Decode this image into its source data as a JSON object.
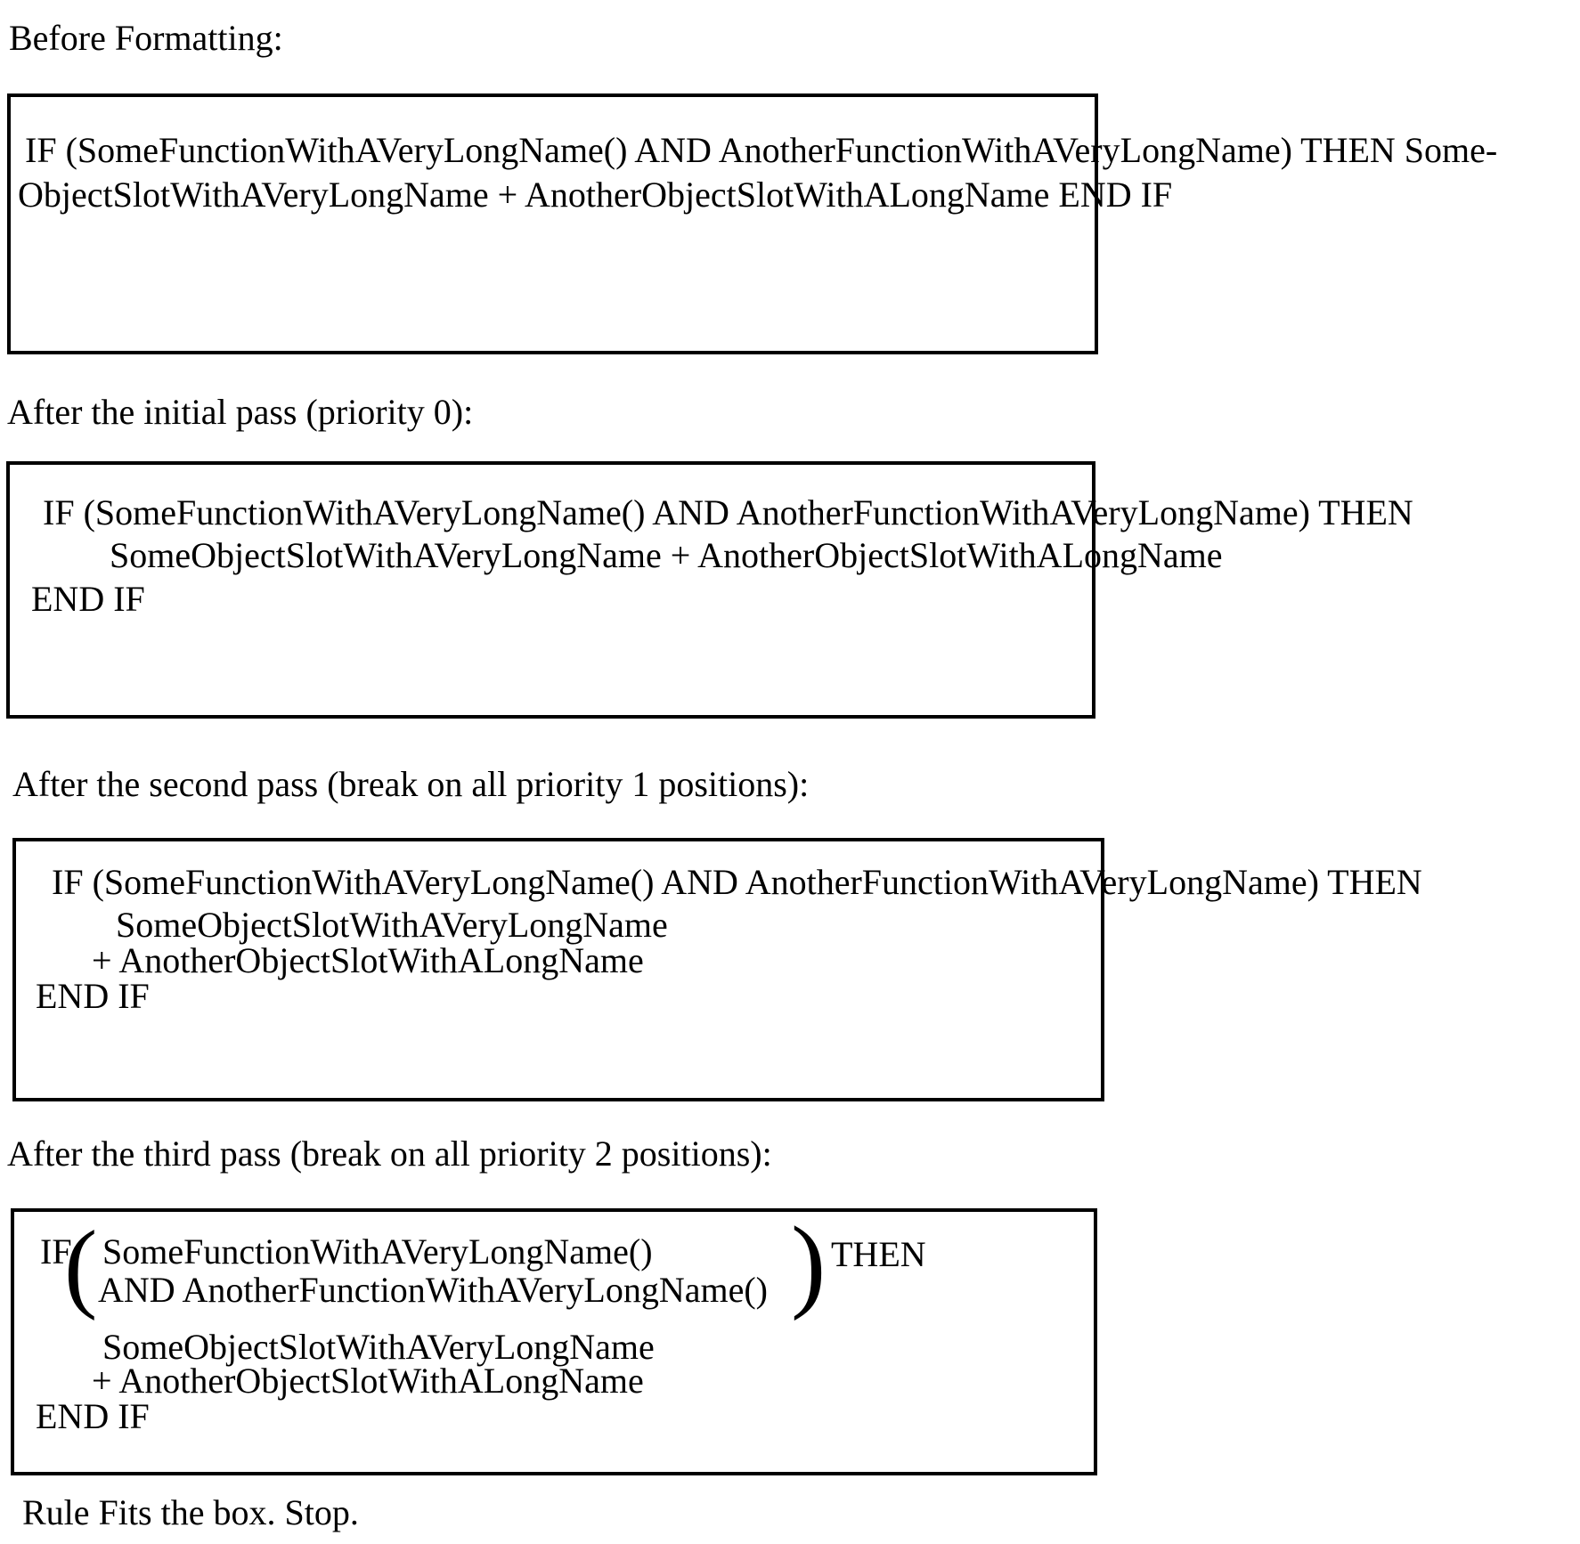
{
  "sections": [
    {
      "heading": "Before Formatting:",
      "lines": [
        "IF (SomeFunctionWithAVeryLongName() AND AnotherFunctionWithAVeryLongName) THEN Some-",
        "ObjectSlotWithAVeryLongName + AnotherObjectSlotWithALongName END IF"
      ]
    },
    {
      "heading": "After the initial pass (priority 0):",
      "lines": [
        "IF (SomeFunctionWithAVeryLongName() AND AnotherFunctionWithAVeryLongName) THEN",
        "SomeObjectSlotWithAVeryLongName + AnotherObjectSlotWithALongName",
        "END IF"
      ]
    },
    {
      "heading": "After the second pass (break on all priority 1 positions):",
      "lines": [
        "IF (SomeFunctionWithAVeryLongName() AND AnotherFunctionWithAVeryLongName) THEN",
        "SomeObjectSlotWithAVeryLongName",
        "+ AnotherObjectSlotWithALongName",
        "END IF"
      ]
    },
    {
      "heading": "After the third pass (break on all priority 2 positions):",
      "if_token": "IF",
      "open_paren": "(",
      "condition_lines": [
        "SomeFunctionWithAVeryLongName()",
        "AND AnotherFunctionWithAVeryLongName()"
      ],
      "close_paren": ")",
      "then_token": "THEN",
      "body_lines": [
        "SomeObjectSlotWithAVeryLongName",
        "+ AnotherObjectSlotWithALongName"
      ],
      "end_token": "END IF"
    }
  ],
  "footer": "Rule Fits the box. Stop.",
  "colors": {
    "text": "#000000",
    "background": "#ffffff",
    "border": "#000000"
  }
}
